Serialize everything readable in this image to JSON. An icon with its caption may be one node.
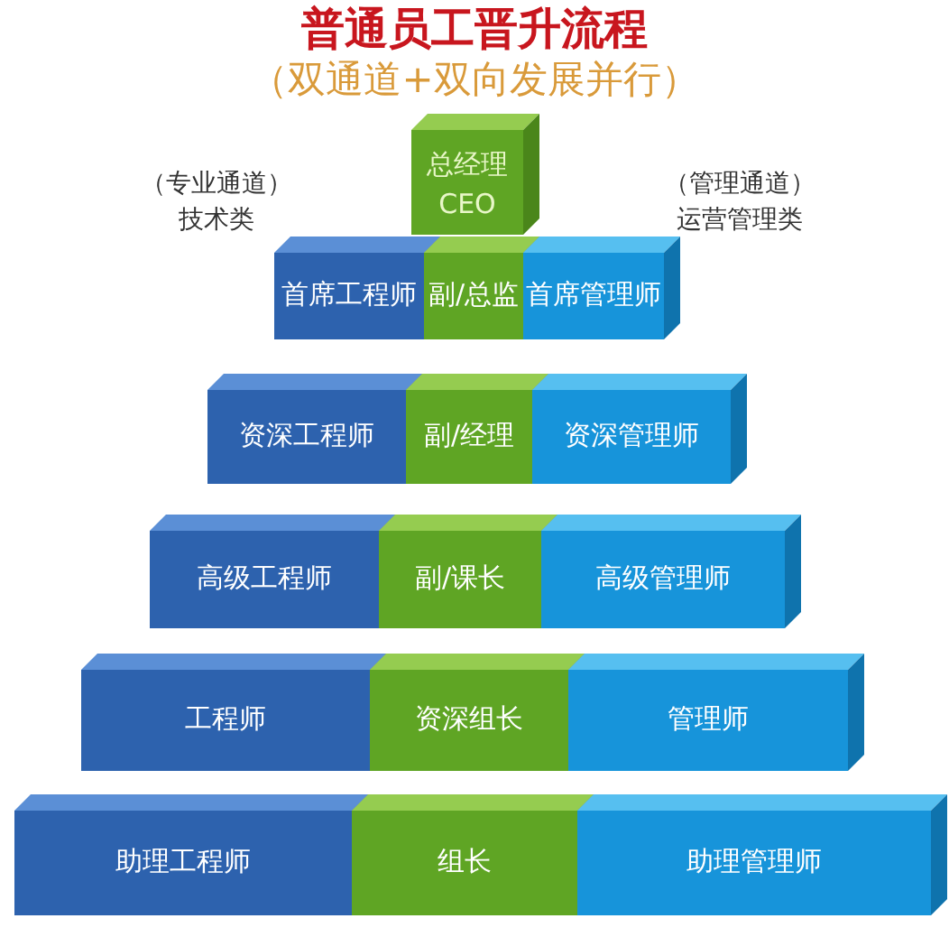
{
  "diagram": {
    "title": "普通员工晋升流程",
    "nodes": [
      {
        "text": [
          "总经理 CEO"
        ]
      },
      {
        "text": [
          "首席工程师"
        ]
      },
      {
        "text": [
          "副/总监"
        ]
      },
      {
        "text": [
          "首席管理师"
        ]
      },
      {
        "text": [
          "资深工程师"
        ]
      },
      {
        "text": [
          "副/经理"
        ]
      },
      {
        "text": [
          "资深管理师"
        ]
      },
      {
        "text": [
          "高级工程师"
        ]
      },
      {
        "text": [
          "副/课长"
        ]
      },
      {
        "text": [
          "高级管理师"
        ]
      },
      {
        "text": [
          "工程师"
        ]
      },
      {
        "text": [
          "资深组长"
        ]
      },
      {
        "text": [
          "管理师"
        ]
      },
      {
        "text": [
          "助理工程师"
        ]
      },
      {
        "text": [
          "组长"
        ]
      },
      {
        "text": [
          "助理管理师"
        ]
      }
    ],
    "labels": [
      "（双通道+双向发展并行）",
      "（专业通道）",
      "技术类",
      "（管理通道）",
      "运营管理类"
    ]
  }
}
